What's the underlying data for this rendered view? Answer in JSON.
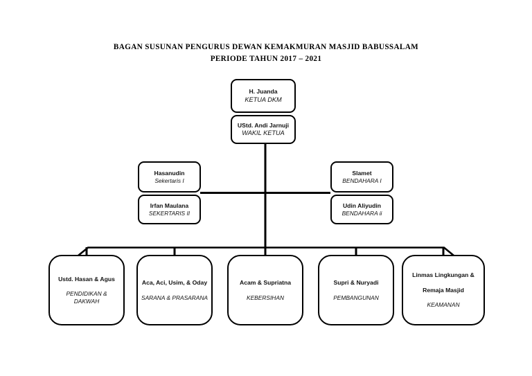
{
  "document": {
    "title_line_1": "BAGAN SUSUNAN PENGURUS DEWAN KEMAKMURAN MASJID BABUSSALAM",
    "title_line_2": "PERIODE TAHUN 2017 – 2021"
  },
  "chart_data": {
    "type": "diagram",
    "diagram_type": "organizational-chart",
    "title": "BAGAN SUSUNAN PENGURUS DEWAN KEMAKMURAN MASJID BABUSSALAM",
    "subtitle": "PERIODE TAHUN 2017 – 2021",
    "orientation": "top-down",
    "line_color": "#000000",
    "box_fill": "#ffffff",
    "box_border_color": "#000000",
    "levels": [
      {
        "level": 1,
        "nodes": [
          {
            "id": "ketua",
            "name": "H. Juanda",
            "role": "KETUA DKM"
          }
        ]
      },
      {
        "level": 2,
        "nodes": [
          {
            "id": "wakil",
            "name": "UStd. Andi Jarnuji",
            "role": "WAKIL KETUA"
          }
        ]
      },
      {
        "level": 3,
        "nodes": [
          {
            "id": "sekertaris1",
            "name": "Hasanudin",
            "role": "Sekertaris I",
            "side": "left"
          },
          {
            "id": "sekertaris2",
            "name": "Irfan Maulana",
            "role": "SEKERTARIS II",
            "side": "left"
          },
          {
            "id": "bendahara1",
            "name": "Slamet",
            "role": "BENDAHARA I",
            "side": "right"
          },
          {
            "id": "bendahara2",
            "name": "Udin Aliyudin",
            "role": "BENDAHARA ii",
            "side": "right"
          }
        ]
      },
      {
        "level": 4,
        "nodes": [
          {
            "id": "pendidikan",
            "name": "Ustd. Hasan & Agus",
            "role": "PENDIDIKAN & DAKWAH"
          },
          {
            "id": "sarana",
            "name": "Aca, Aci, Usim, & Oday",
            "role": "SARANA & PRASARANA"
          },
          {
            "id": "kebersihan",
            "name": "Acam & Supriatna",
            "role": "KEBERSIHAN"
          },
          {
            "id": "pembangunan",
            "name": "Supri & Nuryadi",
            "role": "PEMBANGUNAN"
          },
          {
            "id": "keamanan",
            "name": "Linmas Lingkungan & Remaja Masjid",
            "role": "KEAMANAN"
          }
        ]
      }
    ],
    "edges": [
      {
        "from": "ketua",
        "to": "wakil"
      },
      {
        "from": "wakil",
        "to": "staff-bus"
      },
      {
        "from": "sekertaris1",
        "to": "trunk"
      },
      {
        "from": "sekertaris2",
        "to": "trunk"
      },
      {
        "from": "bendahara1",
        "to": "trunk"
      },
      {
        "from": "bendahara2",
        "to": "trunk"
      },
      {
        "from": "staff-bus",
        "to": "pendidikan"
      },
      {
        "from": "staff-bus",
        "to": "sarana"
      },
      {
        "from": "staff-bus",
        "to": "kebersihan"
      },
      {
        "from": "staff-bus",
        "to": "pembangunan"
      },
      {
        "from": "staff-bus",
        "to": "keamanan"
      }
    ]
  },
  "nodes": {
    "ketua": {
      "name": "H. Juanda",
      "role": "KETUA DKM"
    },
    "wakil": {
      "name": "UStd. Andi Jarnuji",
      "role": "WAKIL KETUA"
    },
    "sekertaris1": {
      "name": "Hasanudin",
      "role": "Sekertaris I"
    },
    "sekertaris2": {
      "name": "Irfan Maulana",
      "role": "SEKERTARIS II"
    },
    "bendahara1": {
      "name": "Slamet",
      "role": "BENDAHARA I"
    },
    "bendahara2": {
      "name": "Udin Aliyudin",
      "role": "BENDAHARA ii"
    },
    "pendidikan": {
      "name": "Ustd. Hasan & Agus",
      "role_line1": "PENDIDIKAN &",
      "role_line2": "DAKWAH"
    },
    "sarana": {
      "name": "Aca, Aci, Usim, & Oday",
      "role": "SARANA & PRASARANA"
    },
    "kebersihan": {
      "name": "Acam & Supriatna",
      "role": "KEBERSIHAN"
    },
    "pembangunan": {
      "name": "Supri & Nuryadi",
      "role": "PEMBANGUNAN"
    },
    "keamanan": {
      "name_line1": "Linmas Lingkungan &",
      "name_line2": "Remaja Masjid",
      "role": "KEAMANAN"
    }
  }
}
